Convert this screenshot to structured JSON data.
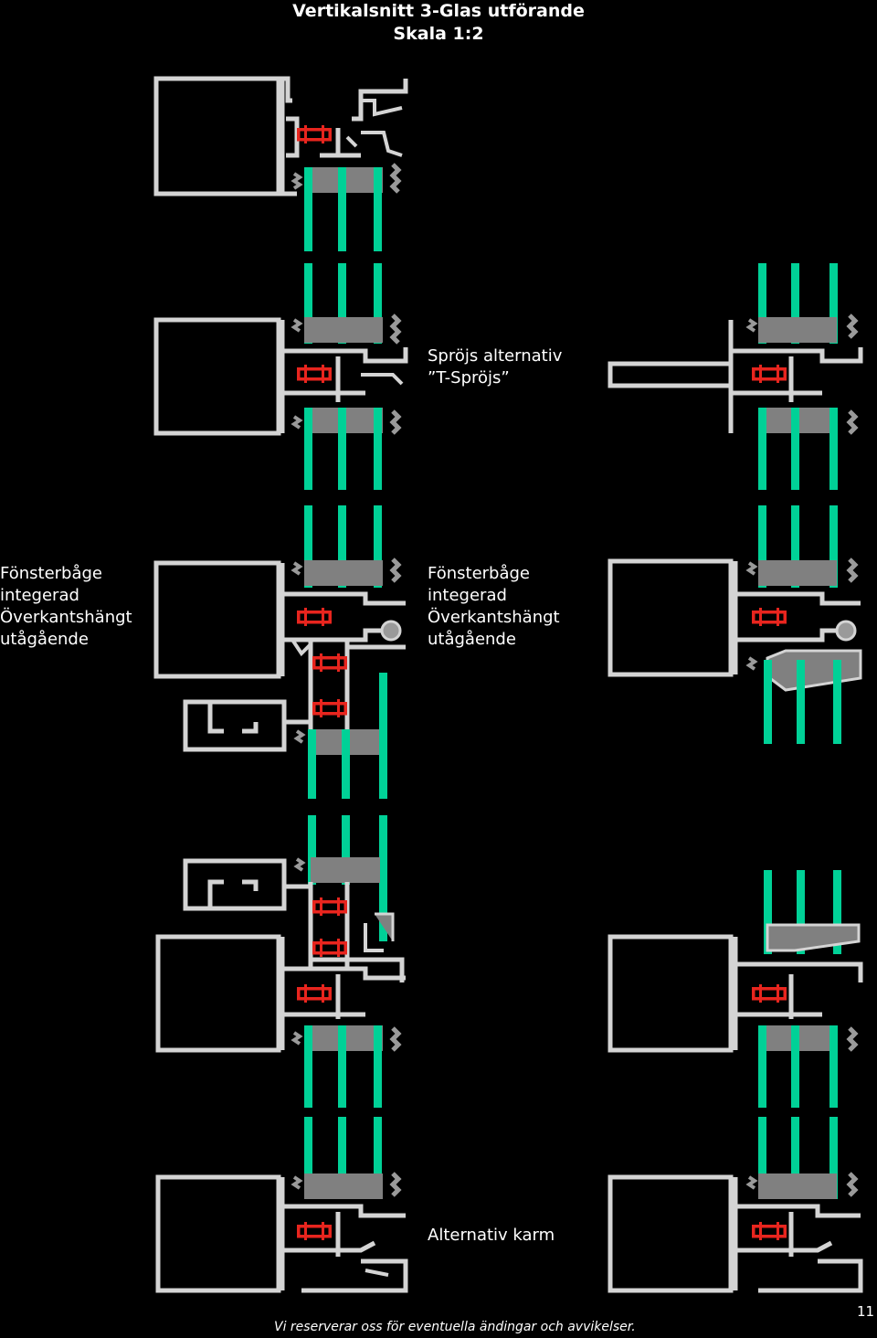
{
  "header": {
    "title_line1": "Vertikalsnitt 3-Glas utförande",
    "title_line2": "Skala 1:2"
  },
  "labels": {
    "sprojs_line1": "Spröjs alternativ",
    "sprojs_line2": "”T-Spröjs”",
    "left_sash": "Fönsterbåge\nintegerad\nÖverkantshängt\nutågående",
    "middle_sash": "Fönsterbåge\nintegerad\nÖverkantshängt\nutågående",
    "alt_frame": "Alternativ karm"
  },
  "footer": {
    "disclaimer": "Vi reserverar oss för eventuella ändingar och avvikelser.",
    "page_number": "11"
  },
  "colors": {
    "background": "#000000",
    "profile": "#d4d4d4",
    "glass": "#00d197",
    "spacer": "#808080",
    "thermal_break": "#e8251e",
    "gasket": "#9a9a9a"
  }
}
